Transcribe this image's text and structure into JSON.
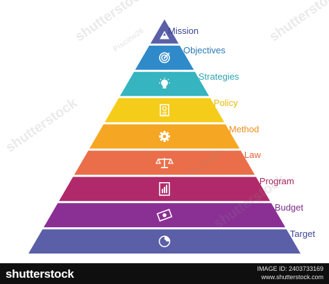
{
  "pyramid": {
    "levels": [
      {
        "label": "Mission",
        "color": "#5a5fa8",
        "label_color": "#3d4494",
        "icon": "mountain-flag-icon"
      },
      {
        "label": "Objectives",
        "color": "#2f8ac9",
        "label_color": "#2878b5",
        "icon": "target-icon"
      },
      {
        "label": "Strategies",
        "color": "#36b5c0",
        "label_color": "#2ea3b0",
        "icon": "lightbulb-icon"
      },
      {
        "label": "Policy",
        "color": "#f5cc1a",
        "label_color": "#e6b800",
        "icon": "document-badge-icon"
      },
      {
        "label": "Method",
        "color": "#f5a623",
        "label_color": "#f08c1a",
        "icon": "gear-icon"
      },
      {
        "label": "Law",
        "color": "#eb6e4a",
        "label_color": "#e0603c",
        "icon": "scales-icon"
      },
      {
        "label": "Program",
        "color": "#b02a6b",
        "label_color": "#a8235f",
        "icon": "report-chart-icon"
      },
      {
        "label": "Budget",
        "color": "#8a2f94",
        "label_color": "#7b2b8a",
        "icon": "money-bill-icon"
      },
      {
        "label": "Target",
        "color": "#5a5fa8",
        "label_color": "#3d4494",
        "icon": "pie-chart-icon"
      }
    ]
  },
  "footer": {
    "logo": "shutterstock",
    "image_id": "IMAGE ID: 2403733169",
    "site": "www.shutterstock.com"
  },
  "watermarks": [
    "shutterstock",
    "shutterstock",
    "shutterstock",
    "shutterstock",
    "Piscine26",
    "Piscine26"
  ]
}
